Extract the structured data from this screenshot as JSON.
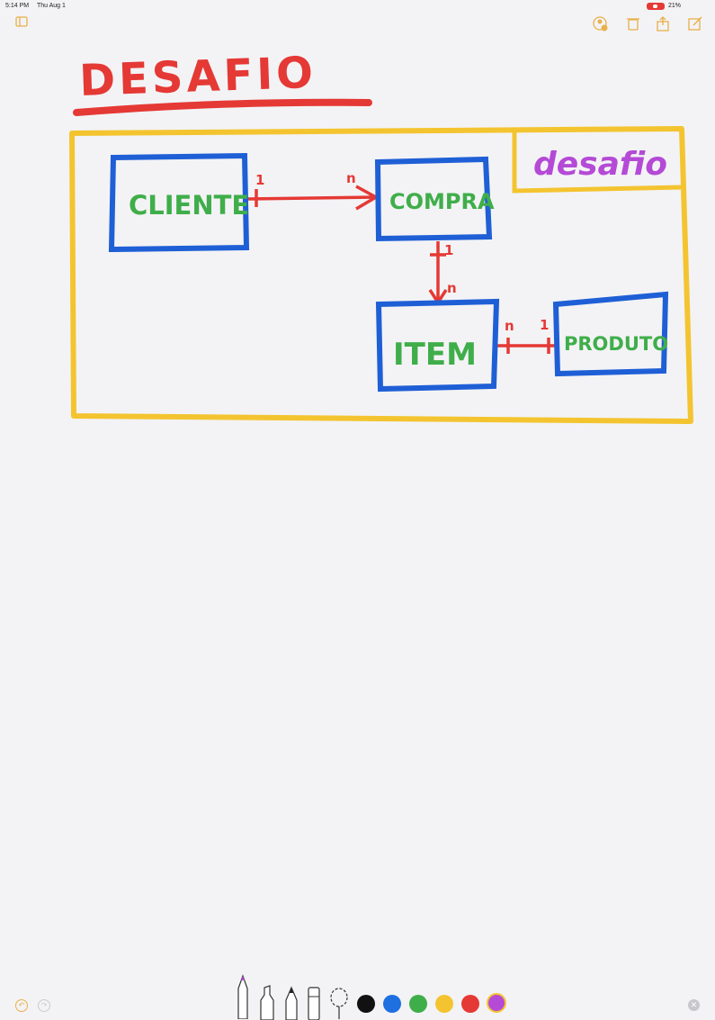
{
  "status": {
    "time": "5:14 PM",
    "date": "Thu Aug 1",
    "battery": "21%"
  },
  "icons": {
    "sidebar": "sidebar-toggle-icon",
    "collab": "add-person-icon",
    "trash": "trash-icon",
    "share": "share-icon",
    "compose": "compose-icon",
    "undo": "undo-icon",
    "redo": "redo-icon",
    "close": "close-icon"
  },
  "drawing": {
    "title": "DESAFIO",
    "frame_label": "desafio",
    "entities": {
      "cliente": "CLIENTE",
      "compra": "COMPRA",
      "item": "ITEM",
      "produto": "PRODUTO"
    },
    "relations": {
      "cliente_compra": {
        "left": "1",
        "right": "n"
      },
      "compra_item": {
        "top": "1",
        "bottom": "n"
      },
      "item_produto": {
        "left": "n",
        "right": "1"
      }
    }
  },
  "colors": {
    "title": "#e53935",
    "frame": "#f4c430",
    "frame_label": "#b44ad6",
    "box": "#1f5fd6",
    "entity_text": "#3fae4a",
    "relation": "#e53935",
    "palette": [
      "#111111",
      "#1e6fe0",
      "#3fae4a",
      "#f4c430",
      "#e53935",
      "#b44ad6"
    ]
  }
}
